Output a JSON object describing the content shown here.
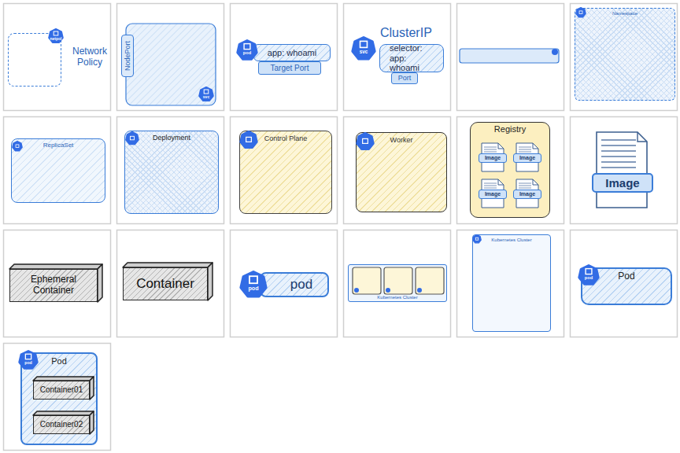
{
  "diagram": {
    "nodes": [
      {
        "text": [
          "Network Policy"
        ]
      },
      {
        "text": [
          "NodePort"
        ]
      },
      {
        "text": [
          "app: whoami"
        ]
      },
      {
        "text": [
          "Target Port"
        ]
      },
      {
        "text": [
          "ClusterIP",
          "selector: app: whoami"
        ]
      },
      {
        "text": [
          "Port"
        ]
      },
      {
        "text": [
          "Namespace"
        ]
      },
      {
        "text": [
          "ReplicaSet"
        ]
      },
      {
        "text": [
          "Deployment"
        ]
      },
      {
        "text": [
          "Control Plane"
        ]
      },
      {
        "text": [
          "Worker"
        ]
      },
      {
        "text": [
          "Registry"
        ]
      },
      {
        "text": [
          "Image"
        ],
        "in": 11
      },
      {
        "text": [
          "Image"
        ],
        "in": 11
      },
      {
        "text": [
          "Image"
        ],
        "in": 11
      },
      {
        "text": [
          "Image"
        ],
        "in": 11
      },
      {
        "text": [
          "Image"
        ]
      },
      {
        "text": [
          "Ephemeral Container"
        ]
      },
      {
        "text": [
          "Container"
        ]
      },
      {
        "text": [
          "pod"
        ]
      },
      {
        "text": [
          "Kubernetes Cluster"
        ]
      },
      {
        "text": [
          "Kubernetes Cluster"
        ]
      },
      {
        "text": [
          "Pod"
        ]
      },
      {
        "text": [
          "Pod"
        ]
      },
      {
        "text": [
          "Container01"
        ],
        "in": 23
      },
      {
        "text": [
          "Container02"
        ],
        "in": 23
      }
    ],
    "labels": [
      "netpol",
      "svc",
      "pod",
      "svc",
      "pod",
      "pod",
      "pod"
    ]
  }
}
